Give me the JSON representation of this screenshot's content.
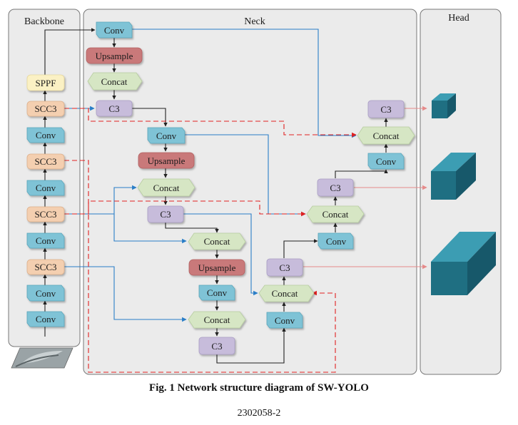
{
  "panels": {
    "backbone": "Backbone",
    "neck": "Neck",
    "head": "Head"
  },
  "nodes": {
    "bb_sppf": "SPPF",
    "bb_scc3_a": "SCC3",
    "bb_conv_a": "Conv",
    "bb_scc3_b": "SCC3",
    "bb_conv_b": "Conv",
    "bb_scc3_c": "SCC3",
    "bb_conv_c": "Conv",
    "bb_scc3_d": "SCC3",
    "bb_conv_d": "Conv",
    "bb_conv_e": "Conv",
    "n_conv_1": "Conv",
    "n_upsample_1": "Upsample",
    "n_concat_1": "Concat",
    "n_c3_1": "C3",
    "n_conv_2": "Conv",
    "n_upsample_2": "Upsample",
    "n_concat_2": "Concat",
    "n_c3_2": "C3",
    "n_concat_3": "Concat",
    "n_upsample_3": "Upsample",
    "n_conv_3": "Conv",
    "n_concat_4": "Concat",
    "n_c3_3": "C3",
    "n_concat_5": "Concat",
    "n_c3_4": "C3",
    "n_conv_4": "Conv",
    "n_concat_6": "Concat",
    "n_c3_5": "C3",
    "n_conv_5": "Conv",
    "n_c3_6": "C3",
    "n_concat_7": "Concat",
    "n_conv_6": "Conv"
  },
  "colors": {
    "conv": "#7fc3d6",
    "upsample": "#c9797a",
    "concat": "#d6e6c4",
    "c3": "#c7bcdb",
    "scc3": "#f4cfb0",
    "sppf": "#fbf1c4",
    "arrow_blue": "#2a7ec7",
    "arrow_red": "#e02020",
    "head_cube": "#1f6f82"
  },
  "caption": "Fig. 1    Network structure diagram of SW-YOLO",
  "code": "2302058-2"
}
